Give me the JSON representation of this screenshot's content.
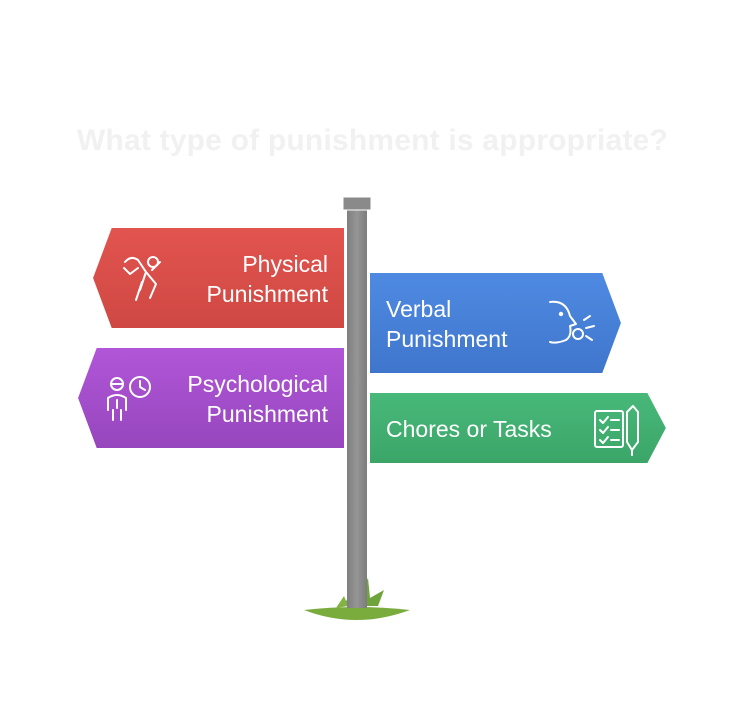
{
  "title": "What type of punishment is appropriate?",
  "colors": {
    "physical": "#db4f4b",
    "verbal": "#4a82d9",
    "psychological": "#a24ec9",
    "chores": "#43b173",
    "pole": "#8c8c8c",
    "grass": "#78ad3c"
  },
  "signs": {
    "physical": {
      "lines": [
        "Physical",
        "Punishment"
      ],
      "icon": "wrestling-figures-icon"
    },
    "verbal": {
      "lines": [
        "Verbal",
        "Punishment"
      ],
      "icon": "speaking-face-icon"
    },
    "psychological": {
      "lines": [
        "Psychological",
        "Punishment"
      ],
      "icon": "person-clock-icon"
    },
    "chores": {
      "lines": [
        "Chores or Tasks"
      ],
      "icon": "checklist-pen-icon"
    }
  }
}
